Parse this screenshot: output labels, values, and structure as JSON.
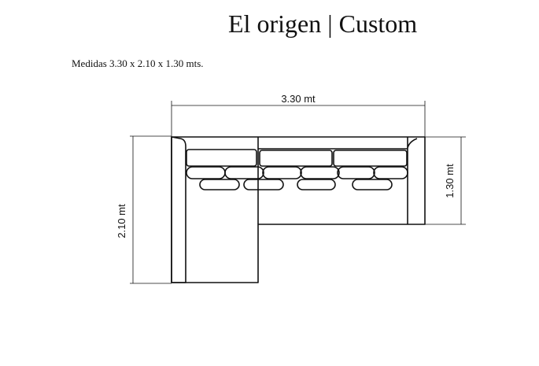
{
  "header": {
    "title": "El origen | Custom",
    "subtitle": "Medidas 3.30 x 2.10 x 1.30 mts."
  },
  "dimensions": {
    "width_label": "3.30 mt",
    "depth_label": "2.10 mt",
    "side_label": "1.30 mt"
  },
  "colors": {
    "line": "#111111",
    "background": "#ffffff"
  }
}
